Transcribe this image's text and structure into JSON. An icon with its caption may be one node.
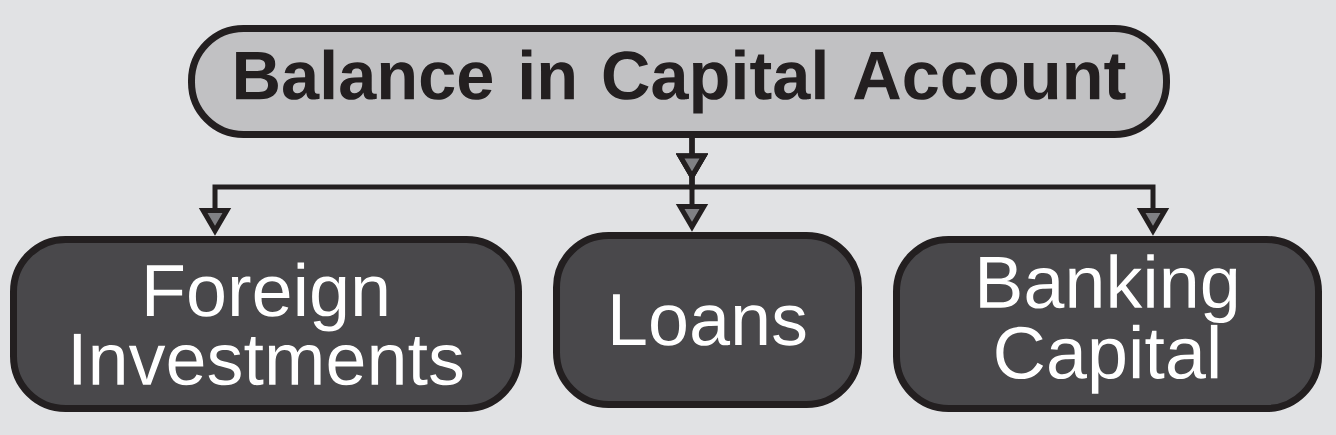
{
  "diagram": {
    "nodes": [
      {
        "text": [
          "Balance in Capital Account"
        ]
      },
      {
        "text": [
          "Foreign Investments"
        ]
      },
      {
        "text": [
          "Loans"
        ]
      },
      {
        "text": [
          "Banking Capital"
        ]
      }
    ],
    "edges": [
      {
        "from": 0,
        "to": 1,
        "arrow": "to"
      },
      {
        "from": 0,
        "to": 2,
        "arrow": "to"
      },
      {
        "from": 0,
        "to": 3,
        "arrow": "to"
      }
    ]
  }
}
